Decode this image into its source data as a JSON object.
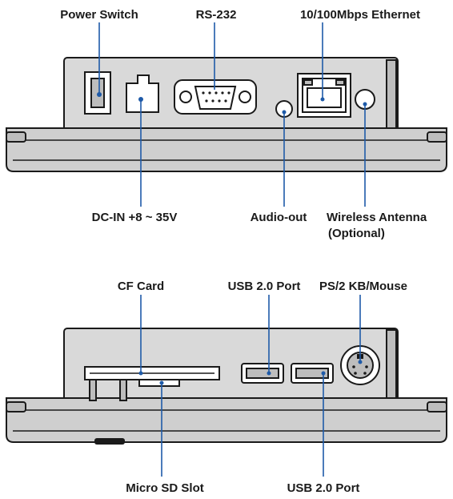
{
  "top_panel": {
    "labels": {
      "power_switch": "Power Switch",
      "rs232": "RS-232",
      "ethernet": "10/100Mbps Ethernet",
      "dc_in": "DC-IN +8 ~ 35V",
      "audio_out": "Audio-out",
      "wireless_antenna": "Wireless Antenna",
      "wireless_antenna_note": "(Optional)"
    }
  },
  "bottom_panel": {
    "labels": {
      "cf_card": "CF Card",
      "usb_port_top": "USB 2.0 Port",
      "ps2": "PS/2 KB/Mouse",
      "micro_sd": "Micro SD Slot",
      "usb_port_bottom": "USB 2.0 Port"
    }
  },
  "colors": {
    "leader_line": "#1e5aa8",
    "body": "#d9d9d9",
    "outline": "#1a1a1a"
  }
}
